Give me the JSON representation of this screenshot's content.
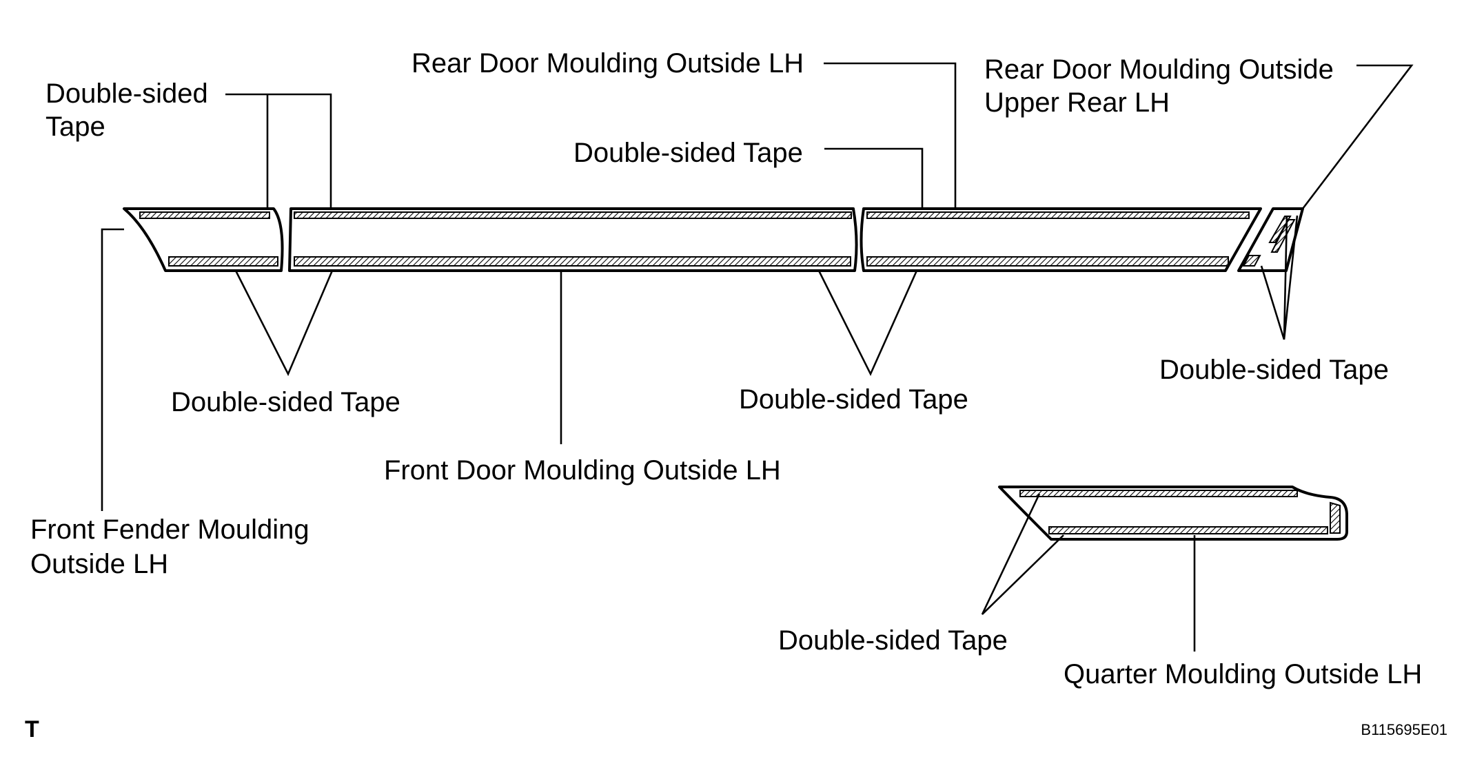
{
  "labels": {
    "tape_top_left_line1": "Double-sided",
    "tape_top_left_line2": "Tape",
    "rear_door_moulding": "Rear Door Moulding Outside LH",
    "rear_upper_line1": "Rear Door Moulding Outside",
    "rear_upper_line2": "Upper Rear LH",
    "tape_top_mid": "Double-sided Tape",
    "tape_bottom_left": "Double-sided Tape",
    "tape_bottom_mid": "Double-sided Tape",
    "tape_bottom_right": "Double-sided Tape",
    "front_door_moulding": "Front Door Moulding Outside LH",
    "fender_line1": "Front Fender Moulding",
    "fender_line2": "Outside LH",
    "tape_quarter": "Double-sided Tape",
    "quarter_moulding": "Quarter Moulding Outside LH"
  },
  "corner_mark": "T",
  "figure_code": "B115695E01"
}
